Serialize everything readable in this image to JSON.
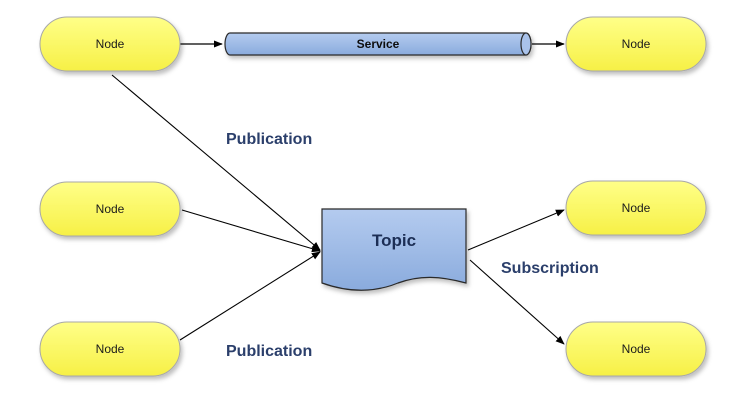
{
  "nodes": {
    "top_left": "Node",
    "top_right": "Node",
    "middle_left": "Node",
    "bottom_left": "Node",
    "middle_right": "Node",
    "bottom_right": "Node"
  },
  "service": {
    "label": "Service"
  },
  "topic": {
    "label": "Topic"
  },
  "edge_labels": {
    "publication_top": "Publication",
    "publication_bottom": "Publication",
    "subscription": "Subscription"
  },
  "colors": {
    "node_fill": "#ffff66",
    "node_stroke": "#a8a8a8",
    "service_fill": "#9ab8e6",
    "topic_fill": "#9ab8e6",
    "label_color": "#2b3f6b"
  }
}
